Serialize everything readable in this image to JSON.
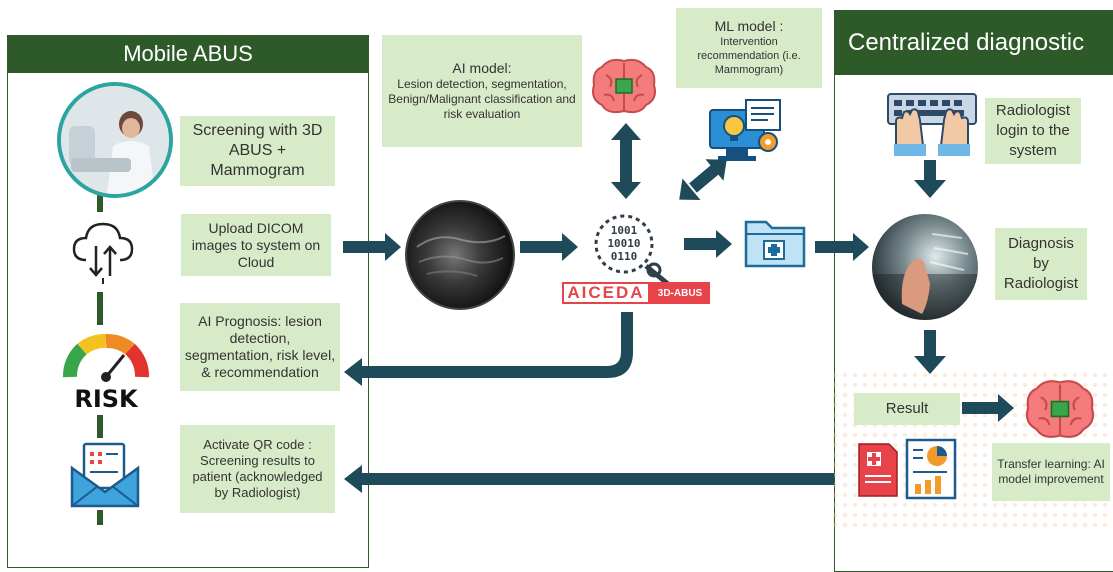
{
  "panels": {
    "left_title": "Mobile ABUS",
    "right_title": "Centralized diagnostic"
  },
  "left": {
    "step1": "Screening with 3D ABUS + Mammogram",
    "step2": "Upload DICOM images to system on Cloud",
    "step3": "AI Prognosis: lesion detection, segmentation, risk level, & recommendation",
    "step4": "Activate QR code : Screening results to patient (acknowledged by Radiologist)",
    "risk_label": "RISK"
  },
  "middle": {
    "ai_model": "AI model:",
    "ai_model_detail": "Lesion detection, segmentation, Benign/Malignant classification and risk evaluation",
    "ml_model": "ML model :",
    "ml_model_detail": "Intervention recommendation (i.e. Mammogram)",
    "binary": "1001\n10010\n0110",
    "logo_main": "AICEDA",
    "logo_tag": "3D-ABUS"
  },
  "right": {
    "login": "Radiologist login to the system",
    "diagnosis": "Diagnosis by Radiologist",
    "result": "Result",
    "transfer": "Transfer learning: AI model improvement"
  },
  "colors": {
    "green_dark": "#2e5a2a",
    "green_light": "#d8ebc9",
    "arrow": "#1e4a5a",
    "accent_red": "#e8434a"
  }
}
